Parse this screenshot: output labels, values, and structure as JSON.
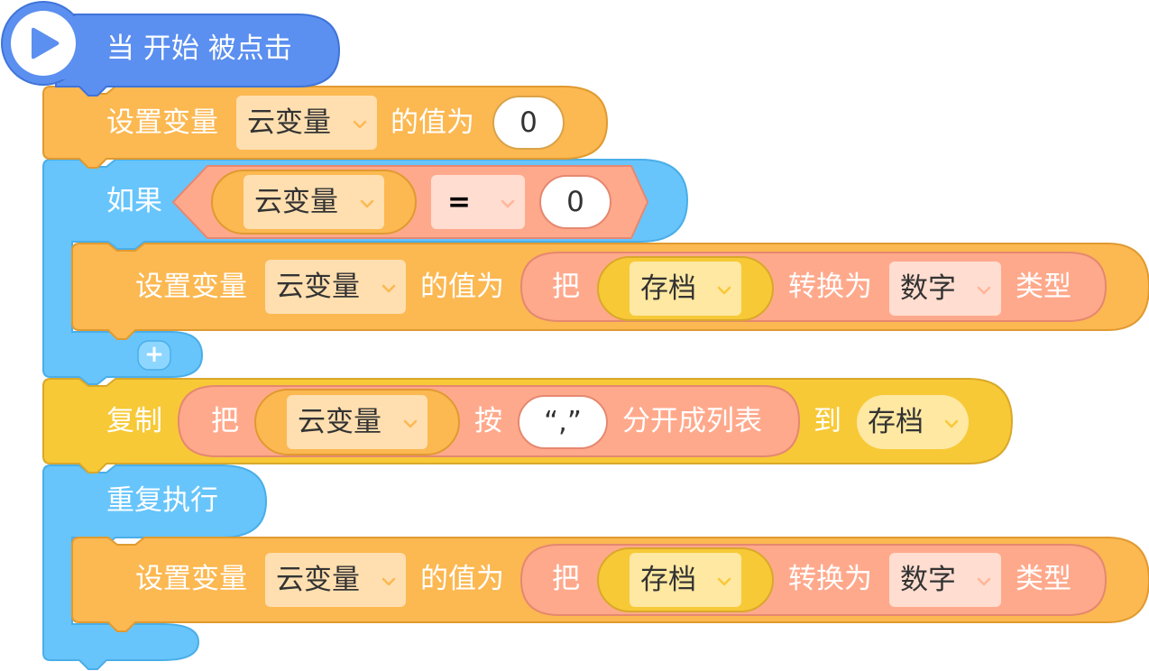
{
  "event": {
    "label": "当 开始 被点击",
    "icon": "play-icon"
  },
  "set1": {
    "label": "设置变量",
    "var": "云变量",
    "mid": "的值为",
    "value": "0"
  },
  "if_block": {
    "label": "如果",
    "var": "云变量",
    "operator": "=",
    "value": "0",
    "inner": {
      "label": "设置变量",
      "var": "云变量",
      "mid": "的值为",
      "convert_prefix": "把",
      "source": "存档",
      "convert_mid": "转换为",
      "type": "数字",
      "convert_suffix": "类型"
    },
    "add_button": "+"
  },
  "copy_block": {
    "label": "复制",
    "prefix": "把",
    "var": "云变量",
    "by": "按",
    "sep": "“,”",
    "split": "分开成列表",
    "to": "到",
    "target": "存档"
  },
  "repeat_block": {
    "label": "重复执行",
    "inner": {
      "label": "设置变量",
      "var": "云变量",
      "mid": "的值为",
      "convert_prefix": "把",
      "source": "存档",
      "convert_mid": "转换为",
      "type": "数字",
      "convert_suffix": "类型"
    }
  },
  "colors": {
    "event": "#5b8ff0",
    "variable": "#fcb851",
    "control": "#67c5fb",
    "operator": "#ffa98c",
    "list": "#f7c937"
  }
}
